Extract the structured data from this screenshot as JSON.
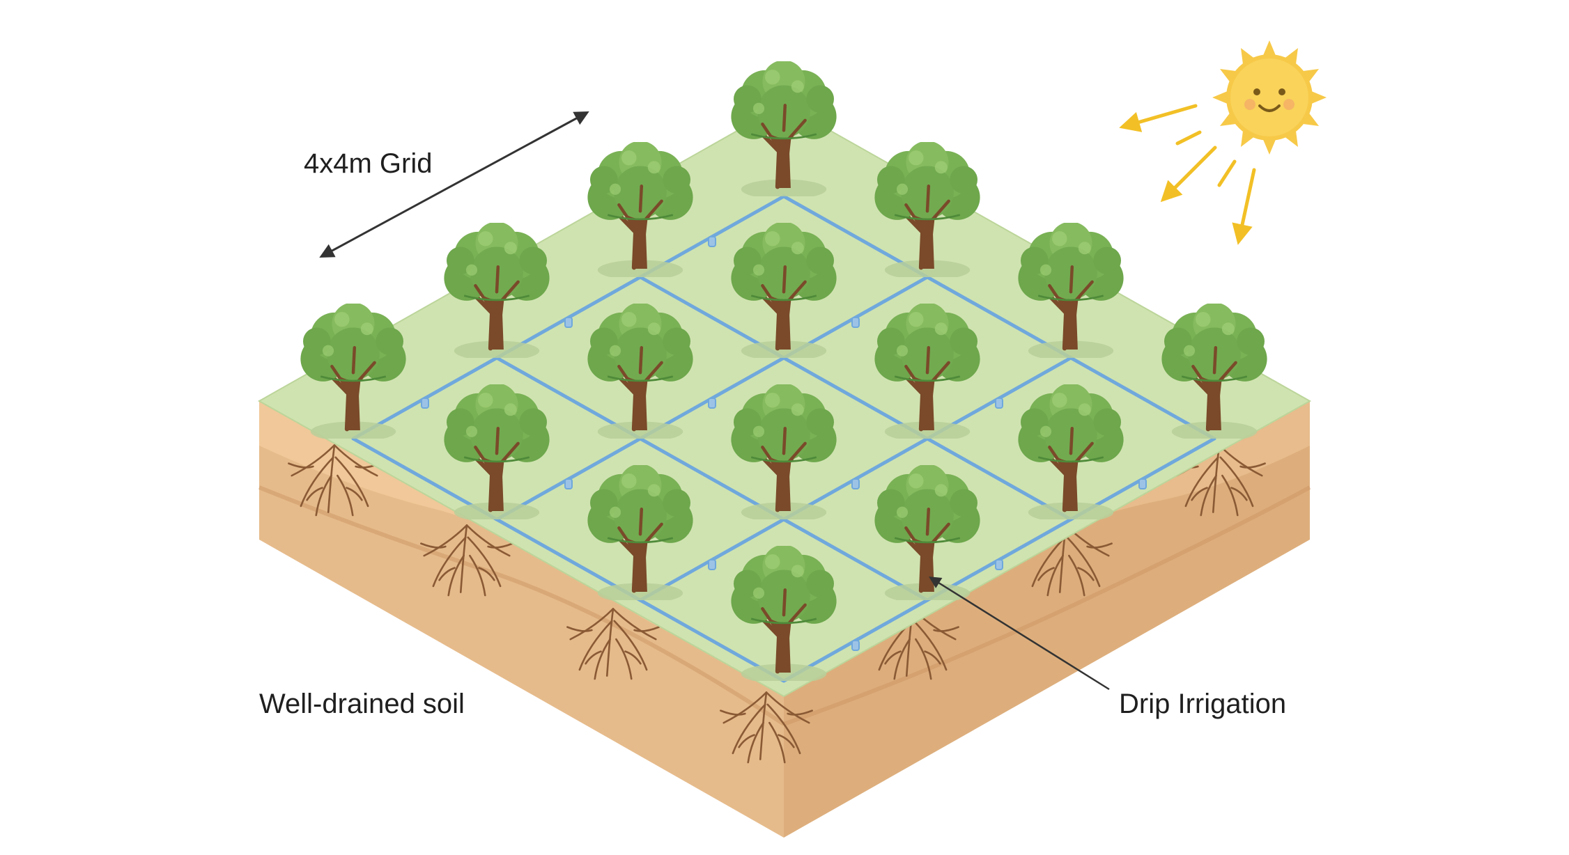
{
  "labels": {
    "grid": "4x4m Grid",
    "soil": "Well-drained soil",
    "irrigation": "Drip Irrigation"
  },
  "icons": {
    "sun": "smiling-sun-icon",
    "tree": "tree-icon",
    "roots": "root-system-icon",
    "emitter": "drip-emitter-icon"
  },
  "colors": {
    "grass": "#cfe3b0",
    "soil_top": "#ecc08e",
    "soil_mid": "#dca876",
    "soil_side": "#e6bb8b",
    "pipe": "#6fa8dc",
    "foliage": "#6ea74c",
    "foliage_dark": "#4e8a39",
    "foliage_light": "#8fc163",
    "trunk": "#7a4a2a",
    "roots": "#8a5a35",
    "sun": "#f7c948",
    "sun_rays": "#f2c026",
    "arrow": "#333333"
  },
  "grid": {
    "rows": 4,
    "cols": 4
  }
}
